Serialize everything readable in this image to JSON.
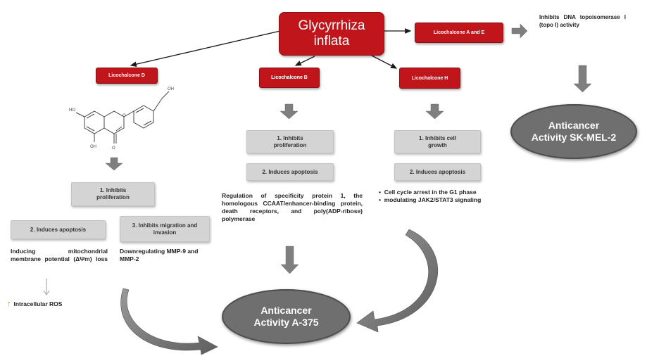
{
  "main_node": {
    "line1": "Glycyrrhiza",
    "line2": "inflata"
  },
  "nodes": {
    "lico_d": "Licochalcone D",
    "lico_b": "Licochalcone B",
    "lico_h": "Licochalcone H",
    "lico_ae": "Licochalcone A and E"
  },
  "top_right": {
    "text": "Inhibits DNA topoisomerase I (topo I) activity"
  },
  "left_branch": {
    "step1": "1. Inhibits proliferation",
    "step2": "2. Induces apoptosis",
    "step3": "3. Inhibits migration and invasion",
    "apoptosis_text": "Inducing mitochondrial membrane potential (ΔΨm) loss",
    "migration_text": "Downregulating MMP-9 and MMP-2",
    "ros": "Intracellular ROS"
  },
  "middle_branch": {
    "step1": "1. Inhibits proliferation",
    "step2": "2. Induces apoptosis",
    "text": "Regulation of specificity protein 1, the homologous CCAAT/enhancer-binding protein, death receptors, and poly(ADP-ribose) polymerase"
  },
  "right_branch": {
    "step1": "1. Inhibits cell growth",
    "step2": "2. Induces apoptosis",
    "bullets": [
      "Cell cycle arrest in the G1 phase",
      "modulating JAK2/STAT3 signaling"
    ]
  },
  "outcomes": {
    "a375": {
      "line1": "Anticancer",
      "line2": "Activity A-375"
    },
    "skmel2": {
      "line1": "Anticancer",
      "line2": "Activity SK-MEL-2"
    }
  },
  "colors": {
    "red": "#c0161b",
    "grey_box": "#d4d4d4",
    "ellipse": "#6f6f6f",
    "arrow": "#7f7f7f"
  }
}
